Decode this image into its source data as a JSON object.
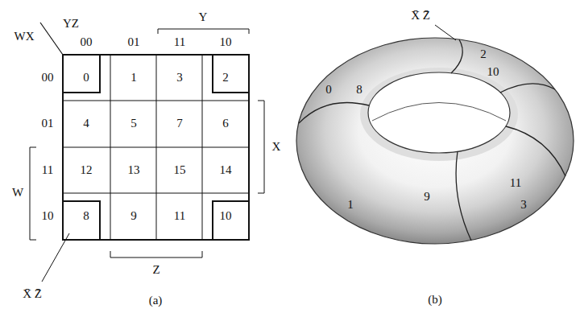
{
  "diagram": {
    "labels": [
      "YZ",
      "WX",
      "00",
      "01",
      "11",
      "10",
      "00",
      "0",
      "1",
      "3",
      "2",
      "01",
      "4",
      "5",
      "7",
      "6",
      "11",
      "12",
      "13",
      "15",
      "14",
      "10",
      "8",
      "9",
      "11",
      "10",
      "Y",
      "X",
      "W",
      "Z",
      "X̄ Z̄",
      "(a)",
      "X̄ Z̄",
      "0",
      "8",
      "2",
      "10",
      "9",
      "11",
      "1",
      "3",
      "(b)"
    ]
  }
}
